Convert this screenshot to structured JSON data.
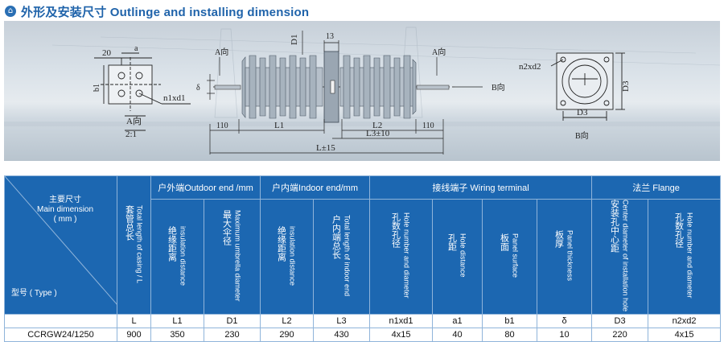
{
  "title": "外形及安装尺寸 Outlinge and installing dimension",
  "title_icon": "circle-badge-icon",
  "drawing": {
    "labels": {
      "d20": "20",
      "a_top": "a",
      "b1": "b1",
      "n1xd1": "n1xd1",
      "a_view": "A向",
      "scale": "2:1",
      "D1": "D1",
      "d13": "13",
      "A_left": "A向",
      "A_right": "A向",
      "delta": "δ",
      "B_dir": "B向",
      "d110_left": "110",
      "L1": "L1",
      "L2": "L2",
      "d110_right": "110",
      "L3": "L3±10",
      "L": "L±15",
      "n2xd2": "n2xd2",
      "D3_side": "D3",
      "D3_bottom": "D3",
      "B_view": "B向"
    }
  },
  "table": {
    "corner": {
      "main_zh": "主要尺寸",
      "main_en": "Main dimension",
      "unit": "( mm )",
      "type": "型号 ( Type )"
    },
    "groups": {
      "outdoor": "户外端Outdoor end /mm",
      "indoor": "户内端Indoor end/mm",
      "wiring": "接线端子 Wiring terminal",
      "flange": "法兰 Flange"
    },
    "columns": [
      {
        "en": "Total length of casing / L",
        "zh": "套管总长"
      },
      {
        "en": "insulation distance",
        "zh": "绝缘距离"
      },
      {
        "en": "Maximum umbrella diameter",
        "zh": "最大伞径"
      },
      {
        "en": "insulation distance",
        "zh": "绝缘距离"
      },
      {
        "en": "Total length of indoor end",
        "zh": "户内端总长"
      },
      {
        "en": "Hole number and diameter",
        "zh": "孔数孔径"
      },
      {
        "en": "Hole distance",
        "zh": "孔距"
      },
      {
        "en": "Panel surface",
        "zh": "板面"
      },
      {
        "en": "Panel thickness",
        "zh": "板厚"
      },
      {
        "en": "Center diameter of installation hole",
        "zh": "安装孔中心距"
      },
      {
        "en": "Hole number and diameter",
        "zh": "孔数孔径"
      }
    ],
    "symbols": [
      "",
      "L",
      "L1",
      "D1",
      "L2",
      "L3",
      "n1xd1",
      "a1",
      "b1",
      "δ",
      "D3",
      "n2xd2"
    ],
    "rows": [
      [
        "CCRGW24/1250",
        "900",
        "350",
        "230",
        "290",
        "430",
        "4x15",
        "40",
        "80",
        "10",
        "220",
        "4x15"
      ]
    ]
  }
}
